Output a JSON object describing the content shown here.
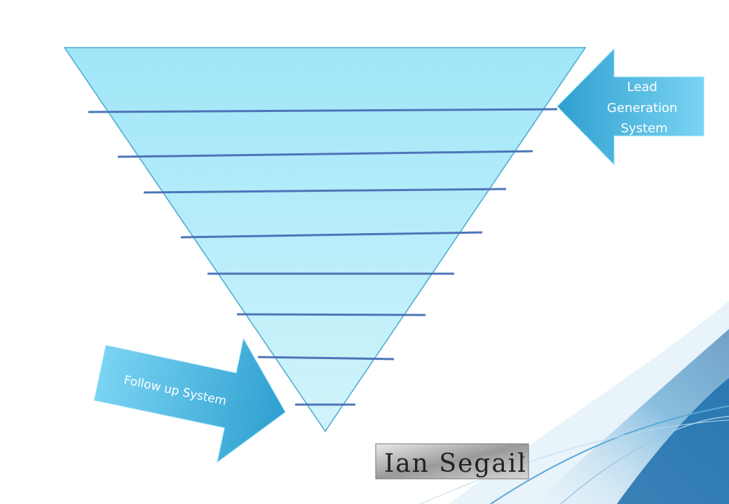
{
  "diagram": {
    "lead_arrow_lines": [
      "Lead",
      "Generation",
      "System"
    ],
    "follow_arrow_label": "Follow up System",
    "funnel_stage_count": 8
  },
  "logo": {
    "text": "Ian Segail",
    "trademark": "™"
  },
  "colors": {
    "funnel_fill": "#a8e8f7",
    "funnel_stroke": "#4aa8cf",
    "divider_line": "#4d74b8",
    "arrow_fill_light": "#6cd0f2",
    "arrow_fill_dark": "#2f9fd0",
    "swoosh": "#1c78b4"
  }
}
